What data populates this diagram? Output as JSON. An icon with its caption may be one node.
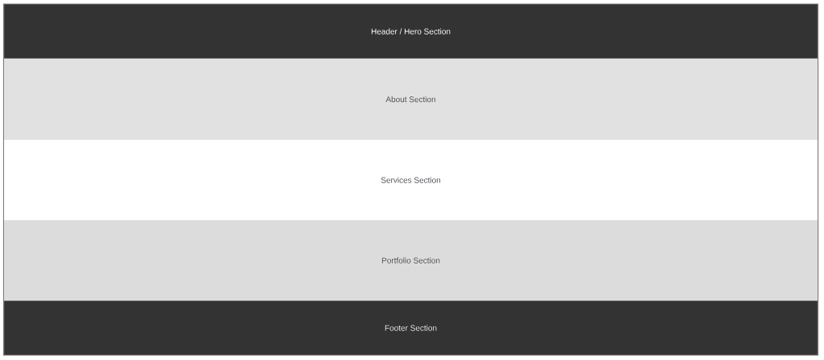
{
  "diagram": {
    "nodes": [
      {
        "text": [
          "Header / Hero Section"
        ]
      },
      {
        "text": [
          "About Section"
        ]
      },
      {
        "text": [
          "Services Section"
        ]
      },
      {
        "text": [
          "Portfolio Section"
        ]
      },
      {
        "text": [
          "Footer Section"
        ]
      }
    ]
  }
}
